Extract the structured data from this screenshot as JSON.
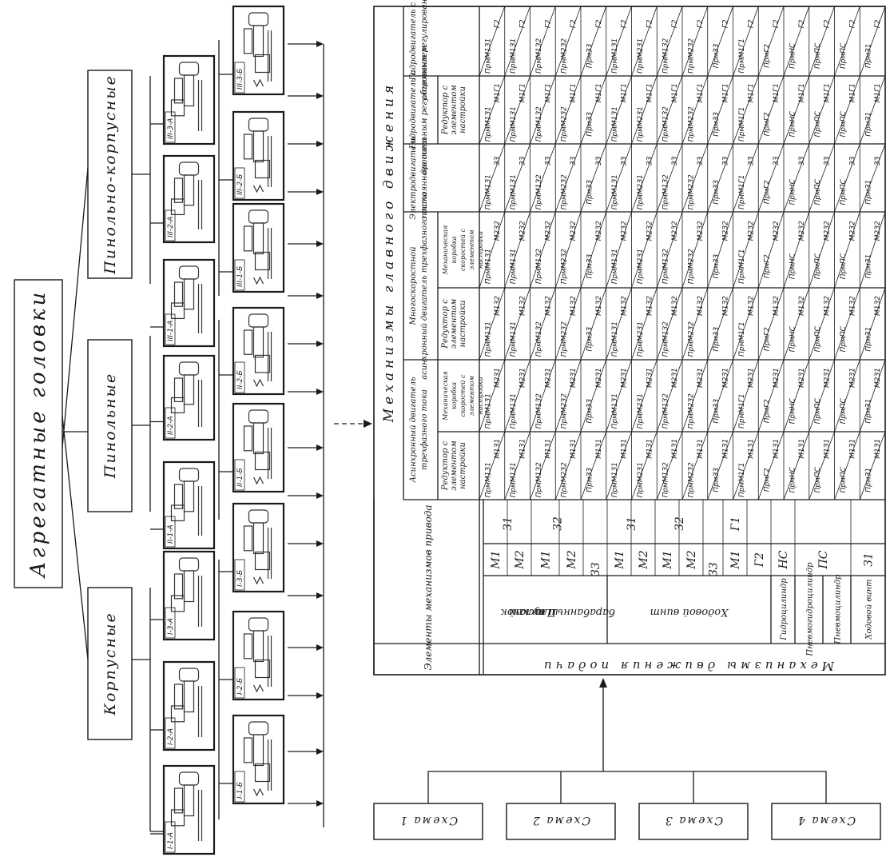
{
  "diagram": {
    "title": "Агрегатные головки",
    "categories": [
      {
        "label": "Корпусные"
      },
      {
        "label": "Пинольные"
      },
      {
        "label": "Пинольно-корпусные"
      }
    ],
    "head_codes": [
      "I-1-А",
      "I-1-Б",
      "I-2-А",
      "I-2-Б",
      "I-3-А",
      "I-3-Б",
      "II-1-А",
      "II-1-Б",
      "II-2-А",
      "II-2-Б",
      "III-1-А",
      "III-1-Б",
      "III-2-А",
      "III-2-Б",
      "III-3-А",
      "III-3-Б"
    ],
    "main_motion_title": "Механизмы главного движения",
    "feed_elements_title": "Элементы механизмов привода",
    "feed_mechanisms_title": "Механизмы движения подачи",
    "motor_groups": [
      {
        "label": "Асинхронный двигатель трехфазного тока",
        "subs": [
          "Редуктор с элементом настройки",
          "Механическая коробка скоростей с элементом настройки"
        ]
      },
      {
        "label": "Многоскоростной асинхронный двигатель трехфазного тока",
        "subs": [
          "Редуктор с элементом настройки",
          "Механическая коробка скоростей с элементом настройки"
        ]
      },
      {
        "label": "Электродвигатель постоянного тока",
        "subs": []
      },
      {
        "label": "Гидродвигатель с дроссельным регулированием",
        "subs": [
          "Редуктор с элементом настройки"
        ]
      },
      {
        "label": "Гидродвигатель с объемным регулированием",
        "subs": []
      }
    ],
    "feed_types": [
      "Плоский или барабанный кулачок",
      "Ходовой винт",
      "Гидроцилиндр",
      "Пневмогидроцилиндр",
      "Пневмоцилиндр",
      "Ходовой винт"
    ],
    "feed_symbols": [
      "М1",
      "М2",
      "М1",
      "М2",
      "З3",
      "М1",
      "М2",
      "М1",
      "М2",
      "З3",
      "М1",
      "Г2",
      "НС",
      "ПС",
      "З1"
    ],
    "feed_groups": [
      "З1",
      "З2",
      "З1",
      "З2",
      "Г1"
    ],
    "schemes": [
      "Схема 1",
      "Схема 2",
      "Схема 3",
      "Схема 4"
    ],
    "row_prefixes": [
      "ПрмМ1З1",
      "ПрмМ1З1",
      "ПрмМ1З2",
      "ПрмМ2З2",
      "ПрмЗ3",
      "ПрмМ1З1",
      "ПрмМ2З1",
      "ПрмМ1З2",
      "ПрмМ2З2",
      "ПрмЗ3",
      "ПрмМ1Г1",
      "ПрмГ2",
      "ПрмНС",
      "ПрмПС",
      "ПрмПС",
      "ПрмЗ1"
    ],
    "column_suffixes": [
      "М1З1",
      "М2З1",
      "М1З2",
      "М2З2",
      "З3",
      "М1Г1",
      "Г2"
    ]
  }
}
